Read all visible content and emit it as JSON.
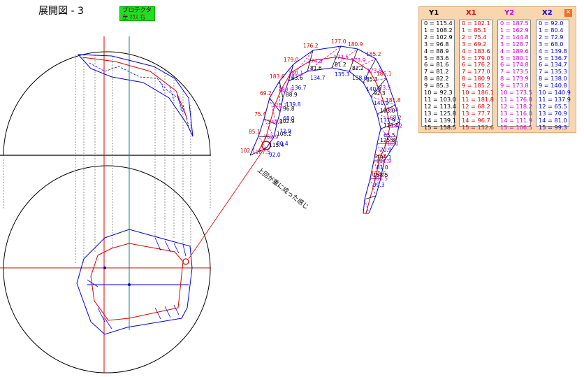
{
  "header": {
    "title": "展開図 - 3",
    "protractor_label": "プロテクター",
    "protractor_sub": "左 ﾏｳｽ 右"
  },
  "annotation": "上回が重に成った感じ",
  "table": {
    "y1": {
      "label": "Y1",
      "color": "#000000",
      "values": [
        "0 = 115.4",
        "1 = 108.2",
        "2 = 102.9",
        "3 = 96.8",
        "4 = 88.9",
        "5 = 83.6",
        "6 = 81.6",
        "7 = 81.2",
        "8 = 82.2",
        "9 = 85.3",
        "10 = 92.3",
        "11 = 103.0",
        "12 = 113.4",
        "13 = 125.8",
        "14 = 139.1",
        "15 = 158.5"
      ]
    },
    "x1": {
      "label": "X1",
      "color": "#dd0000",
      "values": [
        "0 = 102.1",
        "1 = 85.1",
        "2 = 75.4",
        "3 = 69.2",
        "4 = 183.6",
        "5 = 179.0",
        "6 = 176.2",
        "7 = 177.0",
        "8 = 180.9",
        "9 = 185.2",
        "10 = 186.1",
        "11 = 181.8",
        "12 = 68.2",
        "13 = 77.7",
        "14 = 96.7",
        "15 = 152.6"
      ]
    },
    "y2": {
      "label": "Y2",
      "color": "#cc00cc",
      "values": [
        "0 = 187.5",
        "1 = 162.9",
        "2 = 144.8",
        "3 = 128.7",
        "4 = 189.6",
        "5 = 180.1",
        "6 = 174.8",
        "7 = 173.5",
        "8 = 173.9",
        "9 = 173.8",
        "10 = 173.5",
        "11 = 176.8",
        "12 = 118.2",
        "13 = 116.0",
        "14 = 111.9",
        "15 = 106.5"
      ]
    },
    "x2": {
      "label": "X2",
      "color": "#0000cc",
      "values": [
        "0 = 92.0",
        "1 = 80.4",
        "2 = 72.9",
        "3 = 68.0",
        "4 = 139.8",
        "5 = 136.7",
        "6 = 134.7",
        "7 = 135.3",
        "8 = 138.0",
        "9 = 140.8",
        "10 = 140.9",
        "11 = 137.9",
        "12 = 65.5",
        "13 = 70.9",
        "14 = 81.0",
        "15 = 99.3"
      ]
    },
    "close_label": "✕"
  },
  "dev_labels": {
    "black": [
      "115.4",
      "108.2",
      "102.9",
      "96.8",
      "88.9",
      "83.6",
      "81.6",
      "81.2",
      "82.2",
      "85.3",
      "92.3",
      "103.0",
      "113.4",
      "125.8",
      "139.1",
      "158.5"
    ],
    "red": [
      "102.1",
      "85.1",
      "75.4",
      "69.2",
      "183.6",
      "179.0",
      "176.2",
      "177.0",
      "180.9",
      "185.2",
      "186.1",
      "181.8",
      "68.2",
      "77.7",
      "96.7",
      "152.6"
    ],
    "magenta": [
      "187.5",
      "162.9",
      "144.8",
      "128.7",
      "189.6",
      "180.1",
      "174.8",
      "173.5",
      "173.9",
      "173.8",
      "173.5",
      "176.8",
      "118.2",
      "116.0",
      "111.9",
      "106.5"
    ],
    "blue": [
      "92.0",
      "80.4",
      "72.9",
      "68.0",
      "139.8",
      "136.7",
      "134.7",
      "135.3",
      "138.0",
      "140.8",
      "140.9",
      "137.9",
      "65.5",
      "70.9",
      "81.0",
      "99.3"
    ]
  },
  "colors": {
    "red": "#dd0000",
    "blue": "#0000dd",
    "magenta": "#cc00cc",
    "accent_green": "#22dd22",
    "panel": "#f8d6b0"
  }
}
